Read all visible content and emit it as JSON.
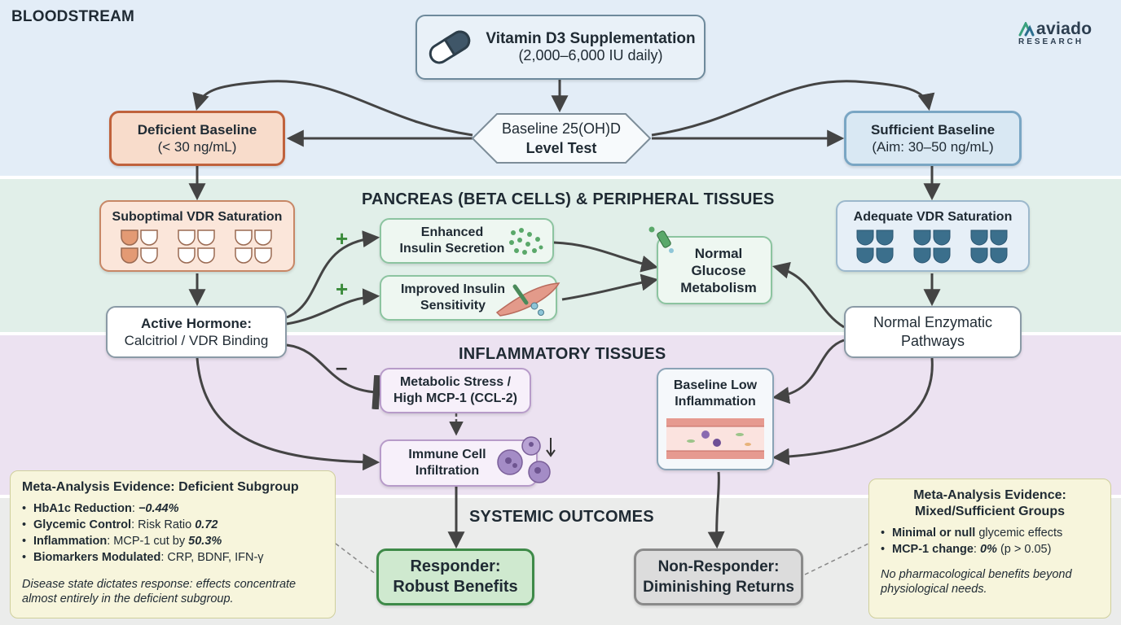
{
  "sections": {
    "bloodstream": "BLOODSTREAM",
    "pancreas": "PANCREAS (BETA CELLS) & PERIPHERAL TISSUES",
    "inflammatory": "INFLAMMATORY TISSUES",
    "outcomes": "SYSTEMIC OUTCOMES"
  },
  "logo": {
    "brand": "aviado",
    "sub": "RESEARCH"
  },
  "nodes": {
    "supplement": {
      "title": "Vitamin D3 Supplementation",
      "sub": "(2,000–6,000 IU daily)"
    },
    "test": {
      "line1": "Baseline 25(OH)D",
      "line2": "Level Test"
    },
    "deficient": {
      "title": "Deficient Baseline",
      "sub": "(< 30 ng/mL)"
    },
    "sufficient": {
      "title": "Sufficient Baseline",
      "sub": "(Aim: 30–50 ng/mL)"
    },
    "suboptimal_vdr": "Suboptimal VDR Saturation",
    "adequate_vdr": "Adequate VDR Saturation",
    "active_hormone": {
      "title": "Active Hormone:",
      "sub": "Calcitriol / VDR Binding"
    },
    "enhanced_insulin": {
      "line1": "Enhanced",
      "line2": "Insulin Secretion"
    },
    "improved_sensitivity": {
      "line1": "Improved Insulin",
      "line2": "Sensitivity"
    },
    "normal_glucose": {
      "line1": "Normal",
      "line2": "Glucose",
      "line3": "Metabolism"
    },
    "normal_enzymatic": {
      "line1": "Normal Enzymatic",
      "line2": "Pathways"
    },
    "metabolic_stress": {
      "line1": "Metabolic Stress /",
      "line2": "High MCP-1 (CCL-2)"
    },
    "immune_infiltration": {
      "line1": "Immune Cell",
      "line2": "Infiltration"
    },
    "baseline_low": {
      "line1": "Baseline Low",
      "line2": "Inflammation"
    },
    "responder": {
      "line1": "Responder:",
      "line2": "Robust Benefits"
    },
    "non_responder": {
      "line1": "Non-Responder:",
      "line2": "Diminishing Returns"
    }
  },
  "signs": {
    "plus1": "+",
    "plus2": "+",
    "minus": "–"
  },
  "evidence_deficient": {
    "title": "Meta-Analysis Evidence: Deficient Subgroup",
    "items": [
      {
        "label": "HbA1c Reduction",
        "text": ": ",
        "value": "−0.44%"
      },
      {
        "label": "Glycemic Control",
        "text": ": Risk Ratio ",
        "value": "0.72"
      },
      {
        "label": "Inflammation",
        "text": ": MCP-1 cut by ",
        "value": "50.3%"
      },
      {
        "label": "Biomarkers Modulated",
        "text": ": CRP, BDNF, IFN-γ",
        "value": ""
      }
    ],
    "note": "Disease state dictates response: effects concentrate almost entirely in the deficient subgroup."
  },
  "evidence_sufficient": {
    "title_line1": "Meta-Analysis Evidence:",
    "title_line2": "Mixed/Sufficient Groups",
    "items": [
      {
        "label": "Minimal or null",
        "text": " glycemic effects",
        "value": ""
      },
      {
        "label": "MCP-1 change",
        "text": ": ",
        "value": "0%",
        "tail": " (p > 0.05)"
      }
    ],
    "note": "No pharmacological benefits beyond physiological needs."
  },
  "colors": {
    "deficient_border": "#c0623c",
    "deficient_fill": "#f8dccb",
    "sufficient_border": "#7aa6c4",
    "sufficient_fill": "#d9e8f3",
    "green_border": "#8cc4a0",
    "purple_border": "#b79bc9",
    "responder_fill": "#cfe9cf",
    "responder_border": "#3e8a48",
    "nonresponder_fill": "#dcdcdc",
    "nonresponder_border": "#8a8a8a",
    "receptor_blue": "#3b6f8c",
    "plus_green": "#3a8a3a"
  }
}
